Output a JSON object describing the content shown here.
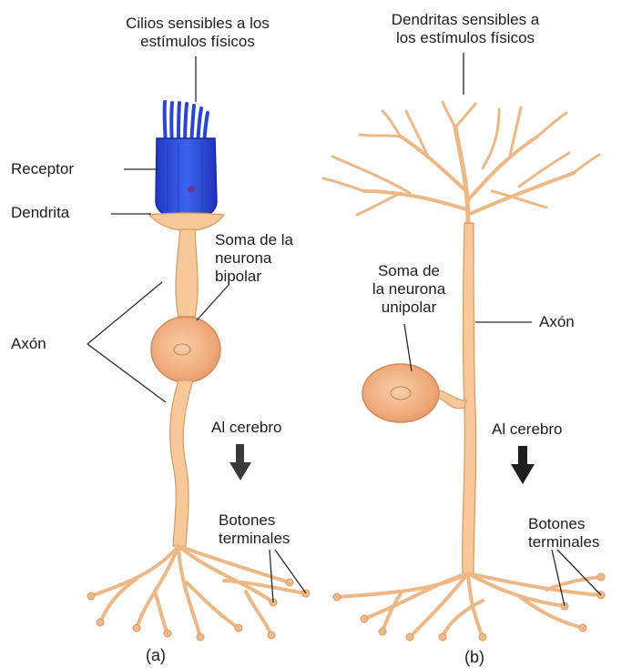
{
  "panel_a": {
    "stimulus_label": [
      "Cilios sensibles a los",
      "estímulos físicos"
    ],
    "receptor_label": "Receptor",
    "dendrite_label": "Dendrita",
    "soma_label": [
      "Soma de la",
      "neurona",
      "bipolar"
    ],
    "axon_label": "Axón",
    "direction_label": "Al cerebro",
    "terminals_label": [
      "Botones",
      "terminales"
    ],
    "panel_tag": "(a)"
  },
  "panel_b": {
    "stimulus_label": [
      "Dendritas sensibles a",
      "los estímulos físicos"
    ],
    "soma_label": [
      "Soma de",
      "la neurona",
      "unipolar"
    ],
    "axon_label": "Axón",
    "direction_label": "Al cerebro",
    "terminals_label": [
      "Botones",
      "terminales"
    ],
    "panel_tag": "(b)"
  },
  "colors": {
    "neuron_fill": "#f7c99a",
    "neuron_stroke": "#d69a60",
    "soma_fill": "#f2b07e",
    "receptor_blue": "#2f4fd8",
    "leader_line": "#2a2a2a",
    "arrow": "#3a3a3a"
  }
}
